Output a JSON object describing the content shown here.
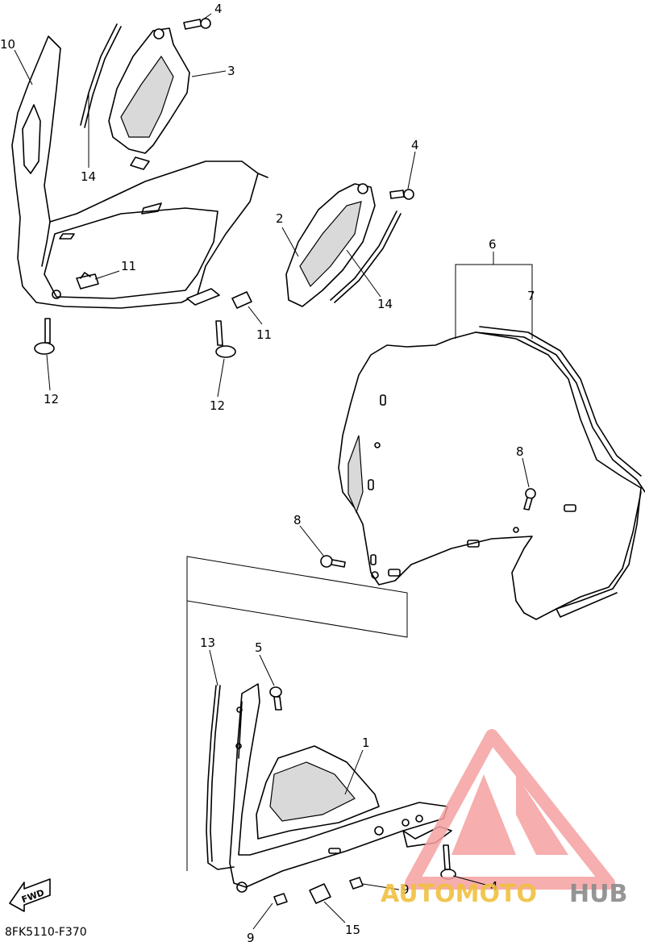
{
  "diagram_code": "8FK5110-F370",
  "fwd_label": "FWD",
  "callouts": [
    {
      "id": "c10a",
      "label": "10"
    },
    {
      "id": "c4a",
      "label": "4"
    },
    {
      "id": "c3",
      "label": "3"
    },
    {
      "id": "c14a",
      "label": "14"
    },
    {
      "id": "c4b",
      "label": "4"
    },
    {
      "id": "c2",
      "label": "2"
    },
    {
      "id": "c14b",
      "label": "14"
    },
    {
      "id": "c11a",
      "label": "11"
    },
    {
      "id": "c11b",
      "label": "11"
    },
    {
      "id": "c12a",
      "label": "12"
    },
    {
      "id": "c12b",
      "label": "12"
    },
    {
      "id": "c6",
      "label": "6"
    },
    {
      "id": "c7",
      "label": "7"
    },
    {
      "id": "c8a",
      "label": "8"
    },
    {
      "id": "c8b",
      "label": "8"
    },
    {
      "id": "c13",
      "label": "13"
    },
    {
      "id": "c5",
      "label": "5"
    },
    {
      "id": "c1",
      "label": "1"
    },
    {
      "id": "c9a",
      "label": "9"
    },
    {
      "id": "c9b",
      "label": "9"
    },
    {
      "id": "c15",
      "label": "15"
    },
    {
      "id": "c4c",
      "label": "4"
    }
  ],
  "watermark": {
    "brand_part1": "AUTOMOTO",
    "brand_part2": "HUB",
    "color_primary": "#f5a0a0",
    "color_accent": "#f0c040",
    "color_dark": "#8a8a8a"
  }
}
